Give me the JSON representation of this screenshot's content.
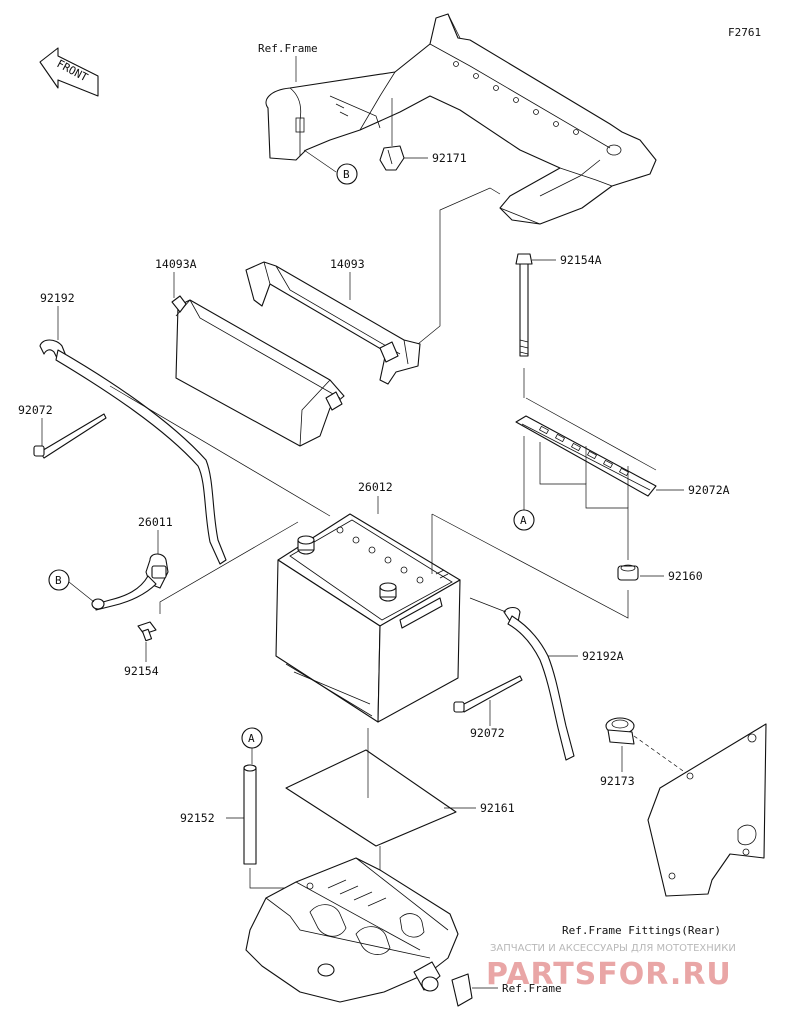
{
  "figure_code": "F2761",
  "front_badge": "FRONT",
  "callouts": {
    "a": "A",
    "b": "B"
  },
  "refs": {
    "frame_top": "Ref.Frame",
    "frame_bottom": "Ref.Frame",
    "frame_fittings_rear": "Ref.Frame Fittings(Rear)"
  },
  "parts": [
    "92171",
    "14093A",
    "14093",
    "92154A",
    "92192",
    "92072",
    "92072A",
    "26012",
    "26011",
    "92160",
    "92154",
    "92192A",
    "92072",
    "92173",
    "92161",
    "92152"
  ],
  "watermark": {
    "tagline": "ЗАПЧАСТИ И АКСЕССУАРЫ ДЛЯ МОТОТЕХНИКИ",
    "brand": "PARTSFOR.RU"
  }
}
